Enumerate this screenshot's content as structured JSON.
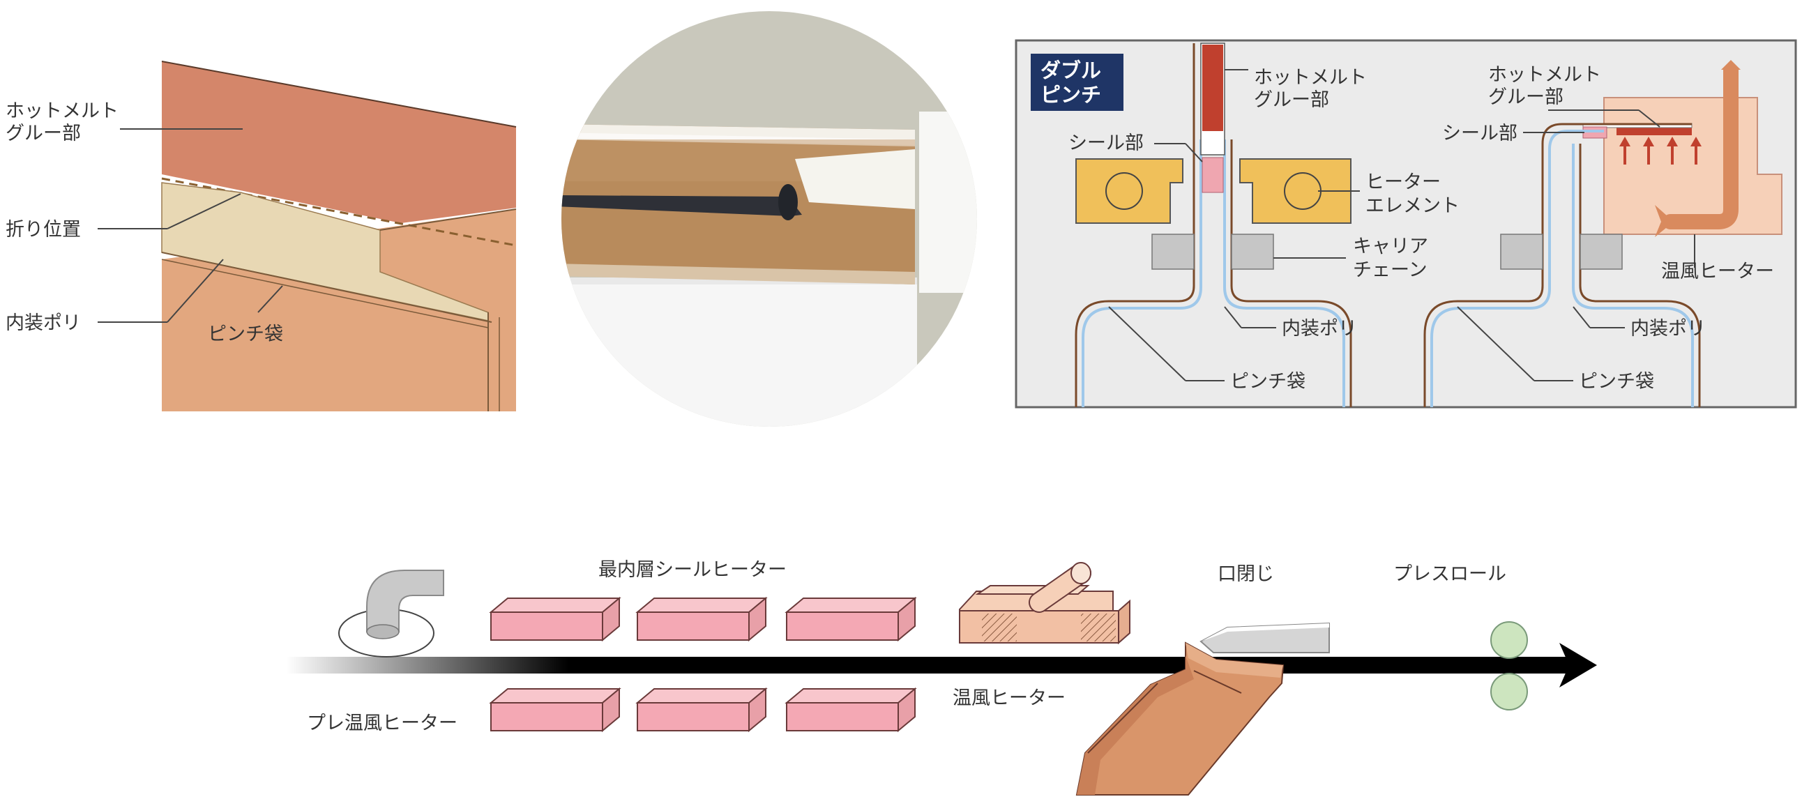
{
  "panel_fold": {
    "hotmelt_l1": "ホットメルト",
    "hotmelt_l2": "グルー部",
    "fold_position": "折り位置",
    "inner_poly": "内装ポリ",
    "pinch_bag": "ピンチ袋"
  },
  "panel_seal": {
    "badge_l1": "ダブル",
    "badge_l2": "ピンチ",
    "left": {
      "hotmelt_l1": "ホットメルト",
      "hotmelt_l2": "グルー部",
      "seal": "シール部",
      "heater_l1": "ヒーター",
      "heater_l2": "エレメント",
      "carrier_l1": "キャリア",
      "carrier_l2": "チェーン",
      "inner_poly": "内装ポリ",
      "pinch_bag": "ピンチ袋"
    },
    "right": {
      "hotmelt_l1": "ホットメルト",
      "hotmelt_l2": "グルー部",
      "seal": "シール部",
      "hot_air_heater": "温風ヒーター",
      "inner_poly": "内装ポリ",
      "pinch_bag": "ピンチ袋"
    }
  },
  "process": {
    "innermost_seal_heater": "最内層シールヒーター",
    "pre_hot_air_heater": "プレ温風ヒーター",
    "hot_air_heater": "温風ヒーター",
    "mouth_close": "口閉じ",
    "press_roll": "プレスロール"
  },
  "colors": {
    "hotmelt": "#D4866A",
    "bag_kraft": "#E2A77F",
    "inner_poly": "#E8D8B4",
    "heater_element": "#F0C05A",
    "glue_red": "#C0402E",
    "seal_pink": "#EFA6B0",
    "heater_box": "#F4A8B4",
    "badge": "#1F3566",
    "panel_bg": "#EBEBEB",
    "roll_green": "#CDE5BF"
  }
}
